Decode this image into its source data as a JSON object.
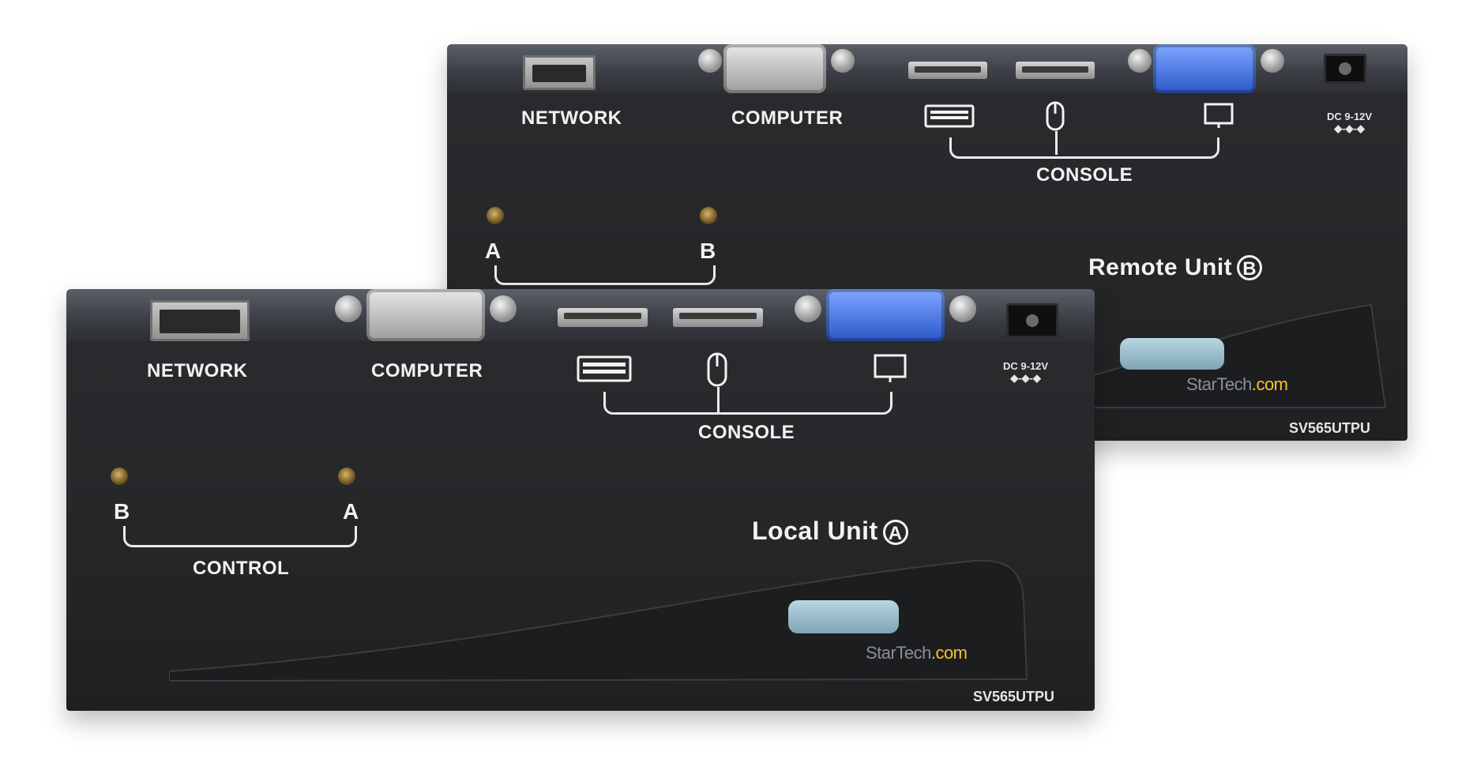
{
  "remote_unit": {
    "network_label": "NETWORK",
    "computer_label": "COMPUTER",
    "console_label": "CONSOLE",
    "dc_label": "DC 9-12V",
    "dc_symbol": "◆-◆-◆",
    "led_a_label": "A",
    "led_b_label": "B",
    "unit_title": "Remote Unit",
    "unit_letter": "B",
    "brand": "StarTech",
    "brand_suffix": ".com",
    "model": "SV565UTPU"
  },
  "local_unit": {
    "network_label": "NETWORK",
    "computer_label": "COMPUTER",
    "console_label": "CONSOLE",
    "dc_label": "DC 9-12V",
    "dc_symbol": "◆-◆-◆",
    "led_b_label": "B",
    "led_a_label": "A",
    "control_label": "CONTROL",
    "unit_title": "Local Unit",
    "unit_letter": "A",
    "brand": "StarTech",
    "brand_suffix": ".com",
    "model": "SV565UTPU"
  },
  "colors": {
    "vga_blue": "#2b57c9",
    "led": "#7a5f27",
    "brand_dot": "#f4c430"
  }
}
